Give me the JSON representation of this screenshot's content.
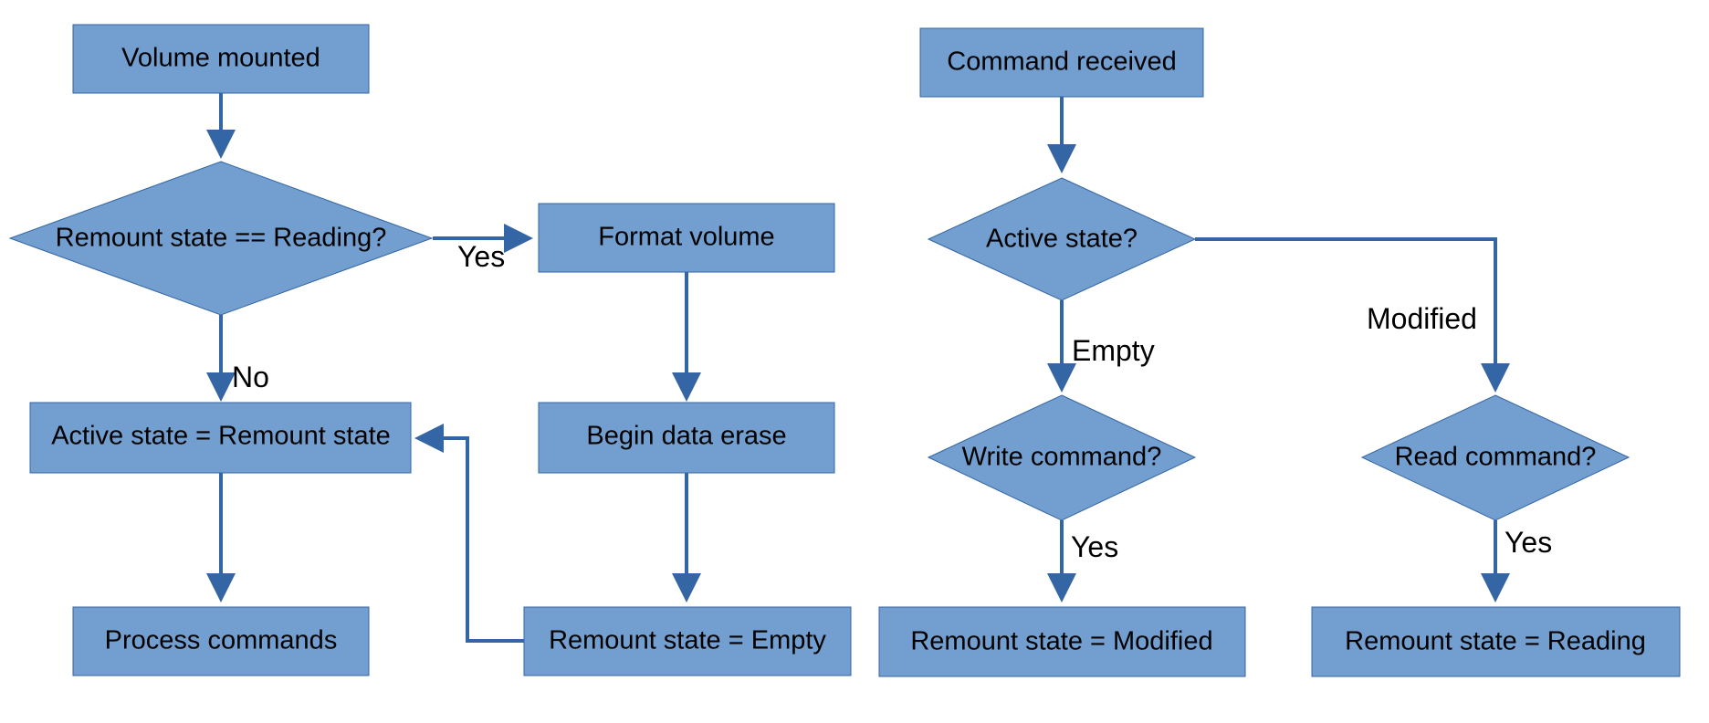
{
  "colors": {
    "node_fill": "#729fcf",
    "node_stroke": "#3465a4",
    "arrow": "#3465a4",
    "text": "#000000"
  },
  "left_flow": {
    "volume_mounted": "Volume mounted",
    "remount_reading_check": "Remount state == Reading?",
    "format_volume": "Format volume",
    "active_equals_remount": "Active state = Remount state",
    "begin_data_erase": "Begin data erase",
    "process_commands": "Process commands",
    "remount_empty": "Remount state = Empty",
    "yes_label": "Yes",
    "no_label": "No"
  },
  "right_flow": {
    "command_received": "Command received",
    "active_state_check": "Active state?",
    "write_command_check": "Write command?",
    "read_command_check": "Read command?",
    "remount_modified": "Remount state = Modified",
    "remount_reading": "Remount state = Reading",
    "empty_label": "Empty",
    "modified_label": "Modified",
    "write_yes_label": "Yes",
    "read_yes_label": "Yes"
  }
}
